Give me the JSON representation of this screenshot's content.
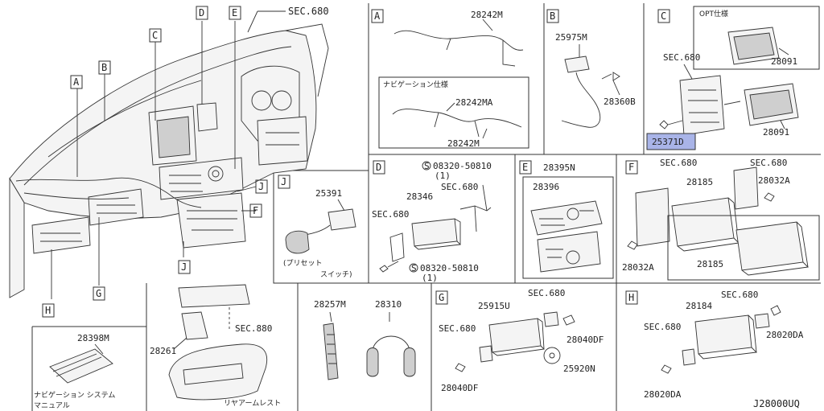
{
  "diagram": {
    "code": "J28000UQ",
    "main": {
      "sec_680": "SEC.680",
      "callouts": [
        "A",
        "B",
        "C",
        "D",
        "E",
        "F",
        "G",
        "H",
        "J",
        "J"
      ]
    },
    "panel_a": {
      "letter": "A",
      "part_1": "28242M",
      "subbox_title": "ナビゲーション仕様",
      "part_2": "28242MA",
      "part_3": "28242M"
    },
    "panel_b": {
      "letter": "B",
      "part_1": "25975M",
      "part_2": "28360B"
    },
    "panel_c": {
      "letter": "C",
      "opt_label": "OPT仕様",
      "opt_part": "28091",
      "sec": "SEC.680",
      "part_highlight": "25371D",
      "part_2": "28091"
    },
    "panel_j": {
      "letter": "J",
      "part": "25391",
      "caption_1": "(プリセット",
      "caption_2": "スイッチ)"
    },
    "panel_d": {
      "letter": "D",
      "bolt_1": "08320-50810",
      "qty_1": "(1)",
      "sec_1": "SEC.680",
      "part": "28346",
      "sec_2": "SEC.680",
      "bolt_2": "08320-50810",
      "qty_2": "(1)"
    },
    "panel_e": {
      "letter": "E",
      "part_1": "28395N",
      "part_2": "28396"
    },
    "panel_f": {
      "letter": "F",
      "sec_1": "SEC.680",
      "sec_2": "SEC.680",
      "part_1": "28185",
      "part_2": "28032A",
      "part_3": "28032A",
      "part_4": "28185"
    },
    "panel_manual": {
      "part": "28398M",
      "caption_1": "ナビゲーション システム",
      "caption_2": "マニュアル"
    },
    "panel_armrest": {
      "part": "28261",
      "sec": "SEC.880",
      "caption": "リヤアームレスト"
    },
    "panel_remote": {
      "part_1": "28257M",
      "part_2": "28310"
    },
    "panel_g": {
      "letter": "G",
      "part_1": "25915U",
      "sec_1": "SEC.680",
      "sec_2": "SEC.680",
      "part_2": "28040DF",
      "part_3": "25920N",
      "part_4": "28040DF"
    },
    "panel_h": {
      "letter": "H",
      "part_1": "28184",
      "sec_1": "SEC.680",
      "sec_2": "SEC.680",
      "part_2": "28020DA",
      "part_3": "28020DA"
    }
  }
}
